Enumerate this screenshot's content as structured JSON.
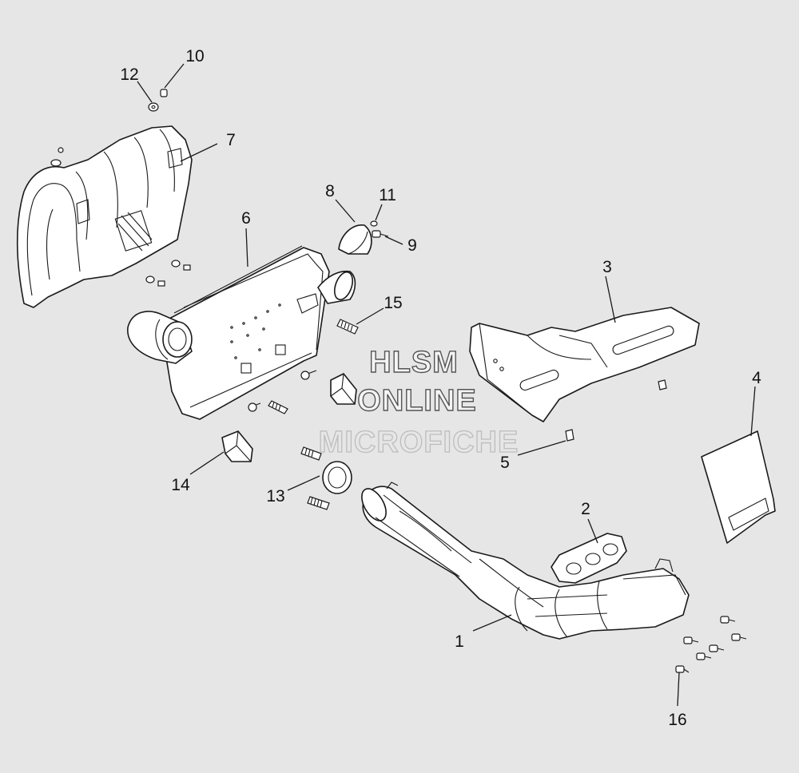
{
  "watermark": {
    "line1": "HLSM",
    "line2": "ONLINE",
    "line3": "MICROFICHE"
  },
  "callouts": [
    {
      "id": "1",
      "label": "1"
    },
    {
      "id": "2",
      "label": "2"
    },
    {
      "id": "3",
      "label": "3"
    },
    {
      "id": "4",
      "label": "4"
    },
    {
      "id": "5",
      "label": "5"
    },
    {
      "id": "6",
      "label": "6"
    },
    {
      "id": "7",
      "label": "7"
    },
    {
      "id": "8",
      "label": "8"
    },
    {
      "id": "9",
      "label": "9"
    },
    {
      "id": "10",
      "label": "10"
    },
    {
      "id": "11",
      "label": "11"
    },
    {
      "id": "12",
      "label": "12"
    },
    {
      "id": "13",
      "label": "13"
    },
    {
      "id": "14",
      "label": "14"
    },
    {
      "id": "15",
      "label": "15"
    },
    {
      "id": "16",
      "label": "16"
    }
  ],
  "colors": {
    "background": "#e6e6e6",
    "line": "#1a1a1a",
    "part_fill": "#ffffff"
  }
}
